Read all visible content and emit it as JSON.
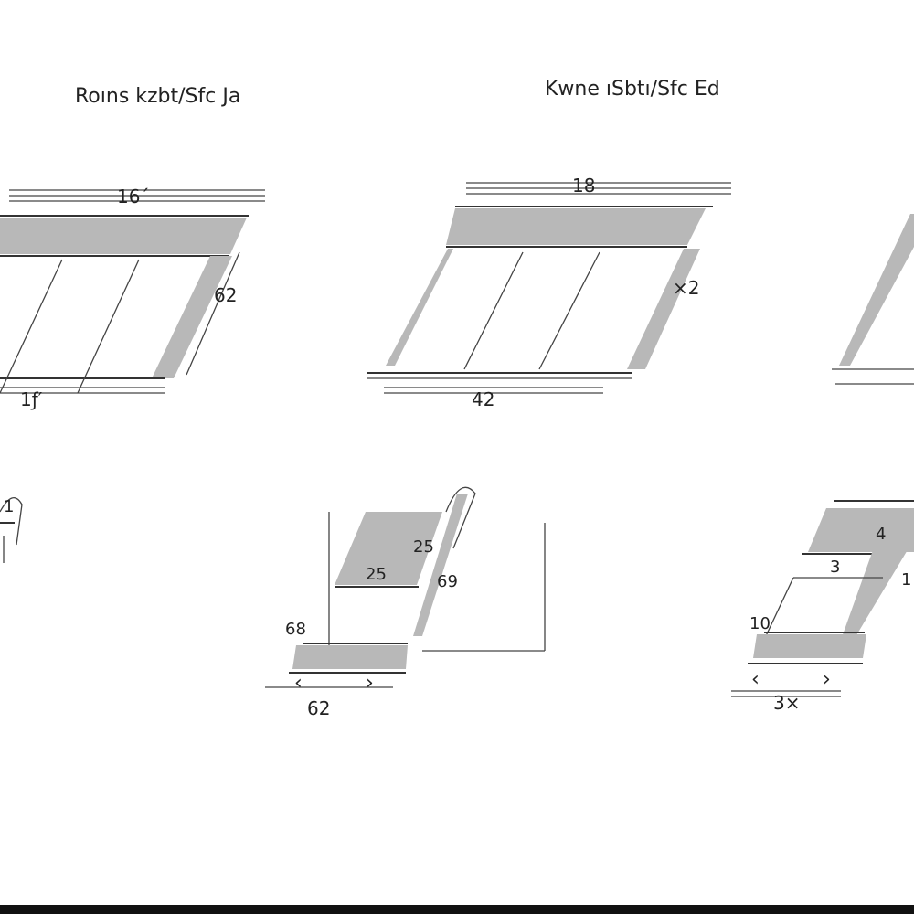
{
  "titles": {
    "left": "Roıns kzbt/Sfc Ja",
    "center": "Kwne ıSbtı/Sfc Ed"
  },
  "top_left": {
    "top": "16´",
    "side": "62",
    "bottom": "1ƒ′"
  },
  "top_center": {
    "top": "18",
    "side": "×2",
    "bottom": "42"
  },
  "bottom_left": {
    "mark": "1"
  },
  "bottom_center": {
    "a": "25",
    "b": "25",
    "c": "69",
    "d": "68",
    "e": "62",
    "left_mark": "‹",
    "right_mark": "›"
  },
  "bottom_right": {
    "a": "4",
    "b": "3",
    "c": "10",
    "d": "1",
    "e": "3×",
    "left_mark": "‹",
    "right_mark": "›"
  }
}
